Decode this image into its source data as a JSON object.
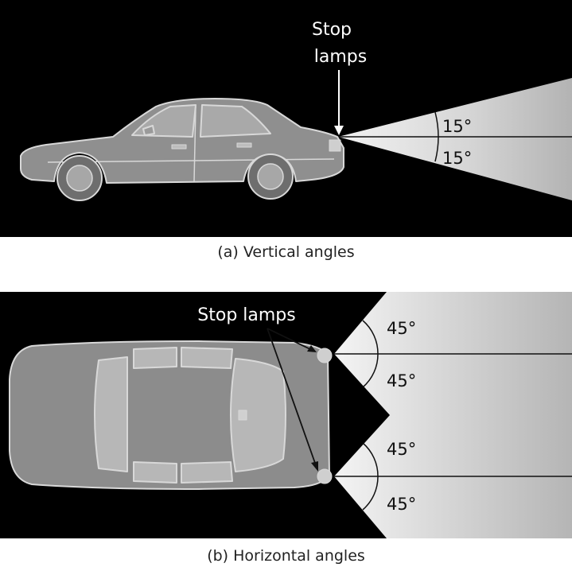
{
  "panel_a": {
    "callout": [
      "Stop",
      "lamps"
    ],
    "angles": [
      "15°",
      "15°"
    ],
    "caption": "(a) Vertical angles"
  },
  "panel_b": {
    "callout": "Stop lamps",
    "angles": [
      "45°",
      "45°",
      "45°",
      "45°"
    ],
    "caption": "(b) Horizontal angles"
  },
  "colors": {
    "background": "#000000",
    "car_body": "#8f8f8f",
    "car_outline": "#d8d8d8",
    "light_beam": "#cfcfcf",
    "caption_text": "#222222"
  }
}
